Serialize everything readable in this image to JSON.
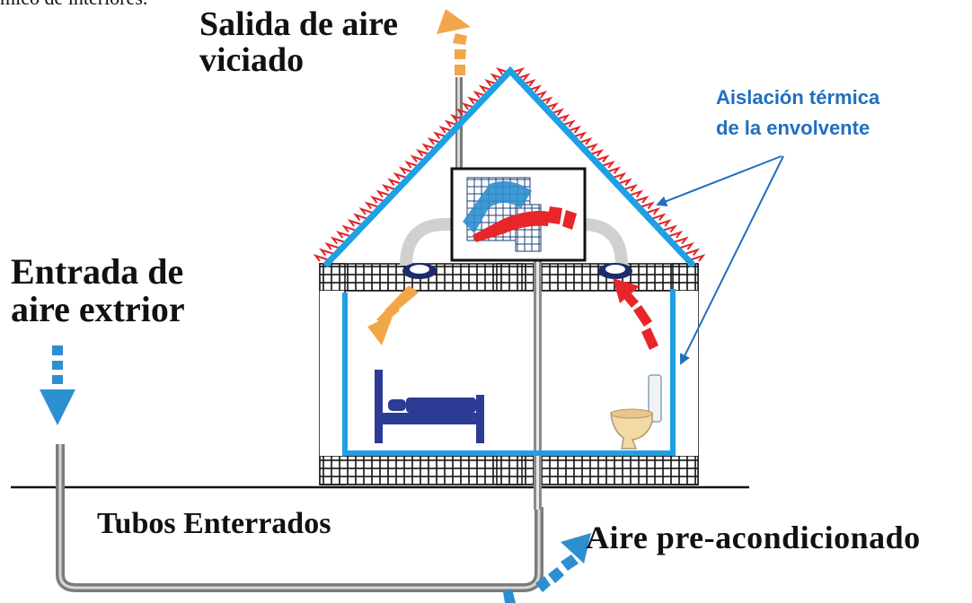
{
  "labels": {
    "top_cut": "mico de interiores.",
    "salida_line1": "Salida de aire",
    "salida_line2": "viciado",
    "entrada_line1": "Entrada de",
    "entrada_line2": "aire extrior",
    "tubos": "Tubos Enterrados",
    "aire_pre": "Aire pre-acondicionado",
    "aislacion_line1": "Aislación térmica",
    "aislacion_line2": "de la envolvente"
  },
  "icons": [
    "bed-icon",
    "toilet-icon",
    "ventilation-unit-icon",
    "air-vent-icon"
  ],
  "colors": {
    "insulation": "#1ea0e6",
    "annotation": "#1f6fc0",
    "exhaust_air": "#f2a64a",
    "warm_air": "#e8262a",
    "fresh_air": "#2d8fd0",
    "roof_hatch": "#e0262a",
    "furniture": "#2c3b94",
    "pipe": "#7a7a7a"
  }
}
